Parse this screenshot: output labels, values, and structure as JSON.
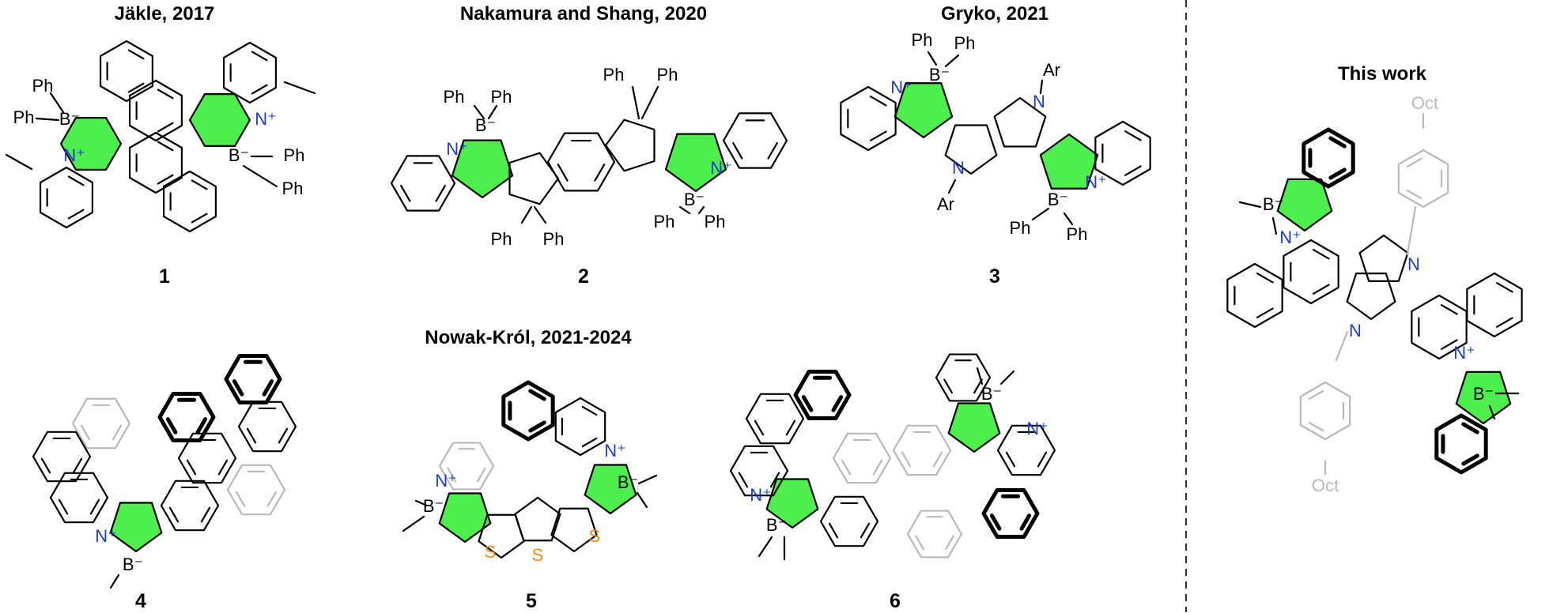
{
  "headings": {
    "jakle": "Jäkle, 2017",
    "nakamura": "Nakamura and Shang, 2020",
    "gryko": "Gryko, 2021",
    "nowak": "Nowak-Król, 2021-2024",
    "this_work": "This work"
  },
  "compounds": [
    "1",
    "2",
    "3",
    "4",
    "5",
    "6"
  ],
  "atoms": {
    "ph": "Ph",
    "ar": "Ar",
    "oct": "Oct",
    "n_plus": "N⁺",
    "b_minus": "B⁻",
    "n": "N",
    "s": "S",
    "ph_dash": "–Ph"
  },
  "colors": {
    "heterocycle_fill": "#4cef4c",
    "nitrogen": "#1a3ccf",
    "sulfur": "#f08a14",
    "faded": "#b8b8b8",
    "bond": "#000000",
    "divider": "#333333"
  }
}
